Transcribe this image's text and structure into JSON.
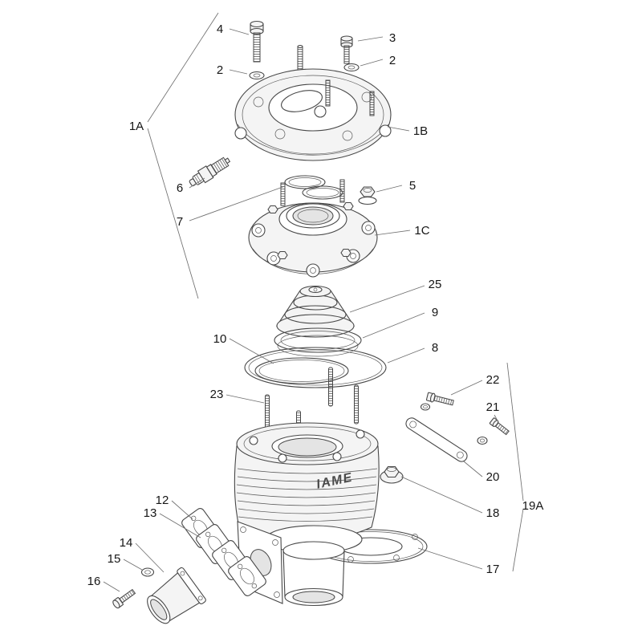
{
  "diagram": {
    "background_color": "#ffffff",
    "line_color": "#474747",
    "label_color": "#161616",
    "cylinder_marking": "IAME",
    "callouts": {
      "1A": "1A",
      "1B": "1B",
      "1C": "1C",
      "2a": "2",
      "2b": "2",
      "3": "3",
      "4": "4",
      "5": "5",
      "6": "6",
      "7": "7",
      "8": "8",
      "9": "9",
      "10": "10",
      "12": "12",
      "13": "13",
      "14": "14",
      "15": "15",
      "16": "16",
      "17": "17",
      "18": "18",
      "19A": "19A",
      "20": "20",
      "21": "21",
      "22": "22",
      "23": "23",
      "25": "25"
    }
  }
}
